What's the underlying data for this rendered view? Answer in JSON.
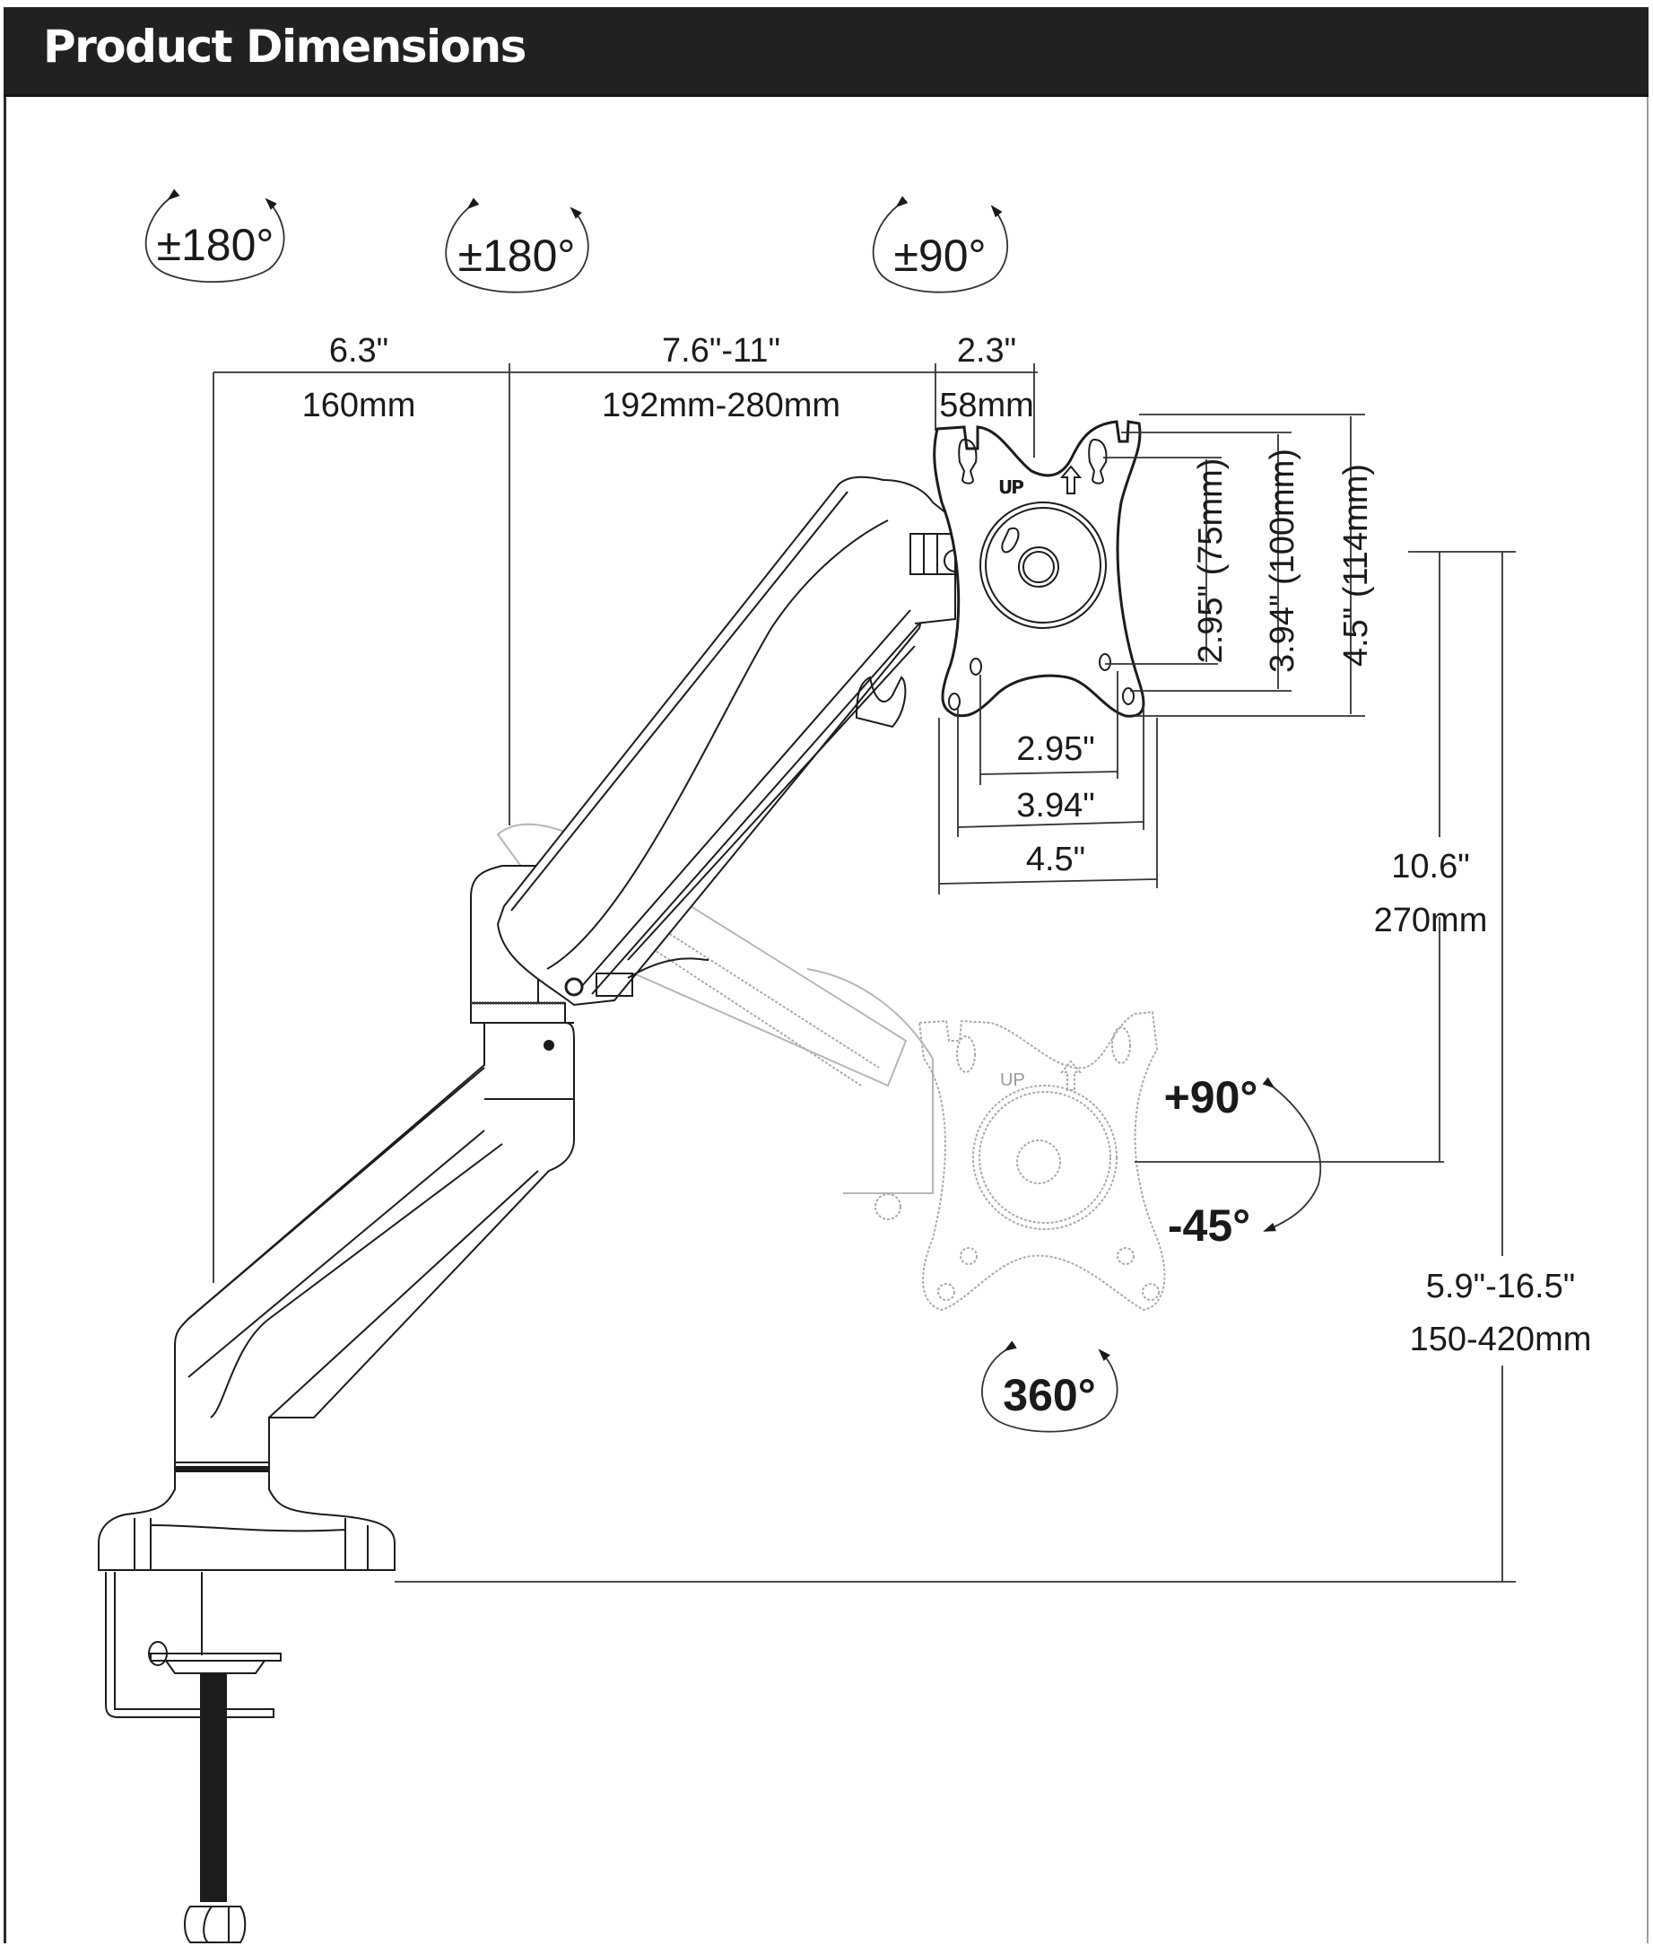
{
  "header": {
    "title": "Product Dimensions"
  },
  "rotation_labels": {
    "base_swivel": "±180°",
    "arm_swivel": "±180°",
    "head_swivel": "±90°",
    "tilt_up": "+90°",
    "tilt_down": "-45°",
    "rotation": "360°"
  },
  "horizontal_dimensions": [
    {
      "imperial": "6.3\"",
      "metric": "160mm"
    },
    {
      "imperial": "7.6\"-11\"",
      "metric": "192mm-280mm"
    },
    {
      "imperial": "2.3\"",
      "metric": "58mm"
    }
  ],
  "vesa_plate": {
    "up_label": "UP",
    "vertical": [
      {
        "label": "2.95\" (75mm)"
      },
      {
        "label": "3.94\" (100mm)"
      },
      {
        "label": "4.5\" (114mm)"
      }
    ],
    "horizontal": [
      {
        "label": "2.95\""
      },
      {
        "label": "3.94\""
      },
      {
        "label": "4.5\""
      }
    ]
  },
  "vertical_dimensions": {
    "height_adjust": {
      "imperial": "10.6\"",
      "metric": "270mm"
    },
    "total_height": {
      "imperial": "5.9\"-16.5\"",
      "metric": "150-420mm"
    }
  }
}
